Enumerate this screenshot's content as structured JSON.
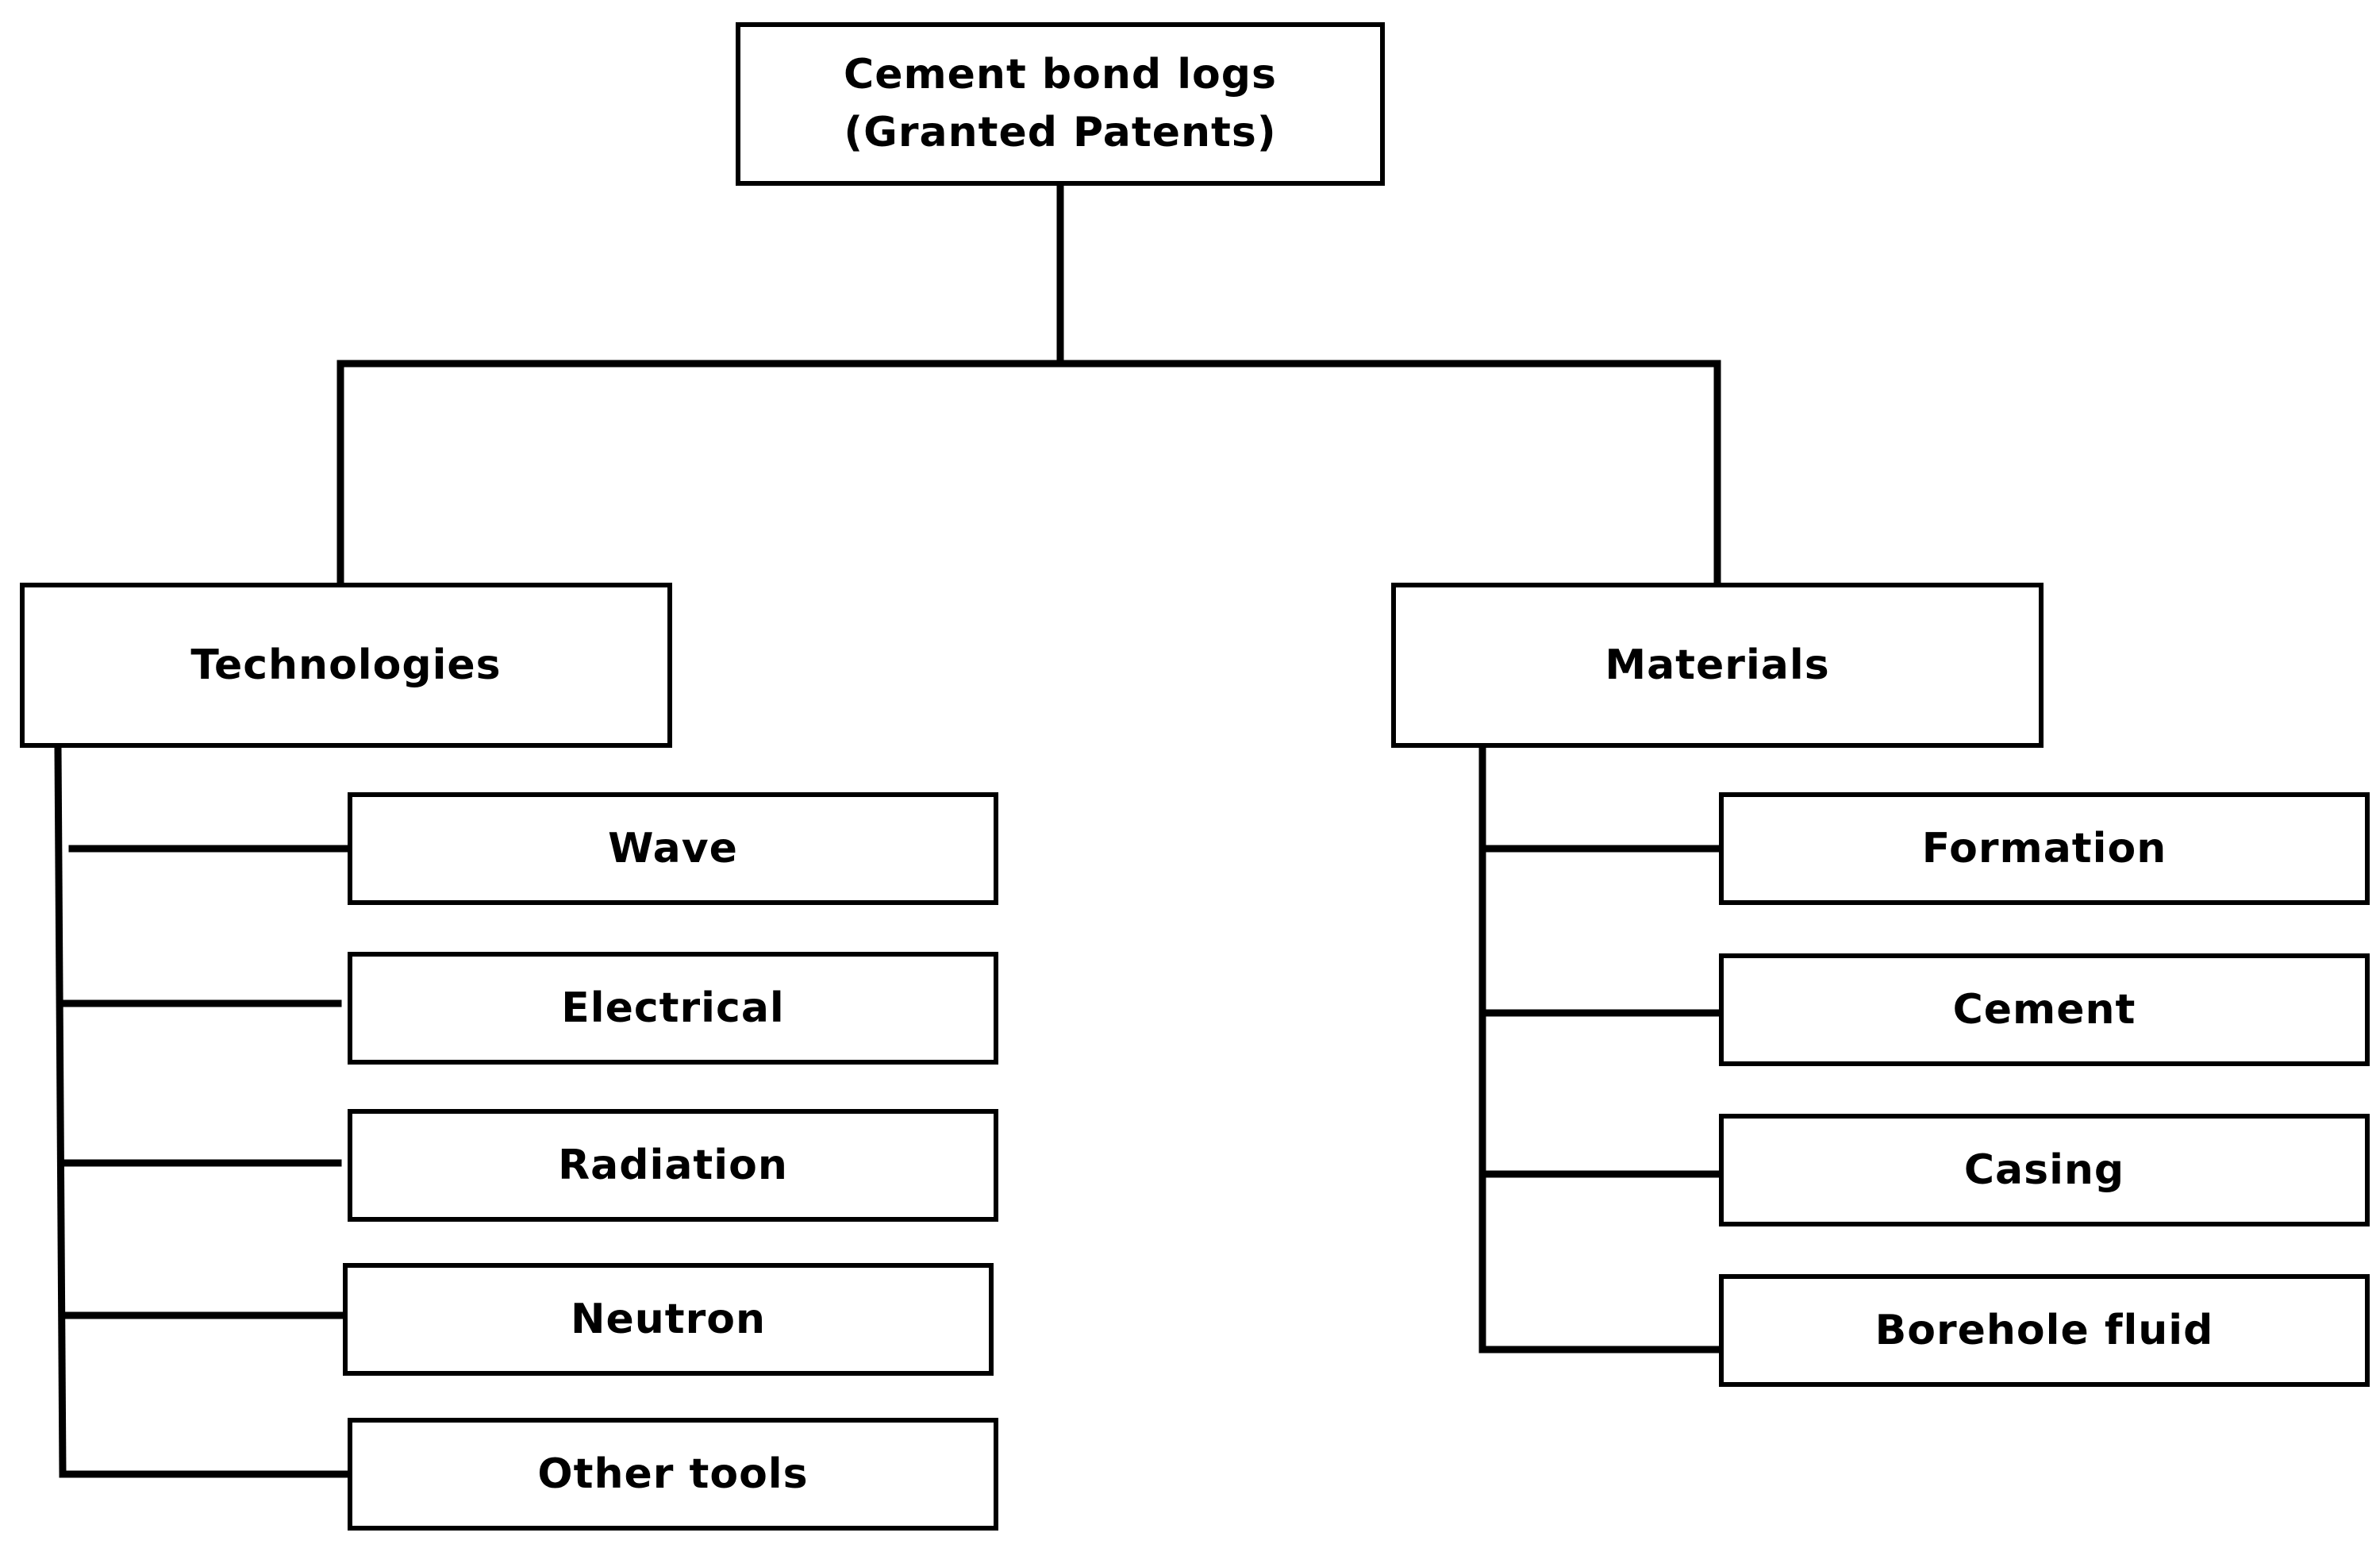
{
  "root": {
    "line1": "Cement bond logs",
    "line2": "(Granted Patents)"
  },
  "branches": [
    {
      "label": "Technologies",
      "children": [
        "Wave",
        "Electrical",
        "Radiation",
        "Neutron",
        "Other tools"
      ]
    },
    {
      "label": "Materials",
      "children": [
        "Formation",
        "Cement",
        "Casing",
        "Borehole fluid"
      ]
    }
  ],
  "colors": {
    "line": "#000000",
    "box_border": "#000000",
    "background": "#ffffff"
  }
}
